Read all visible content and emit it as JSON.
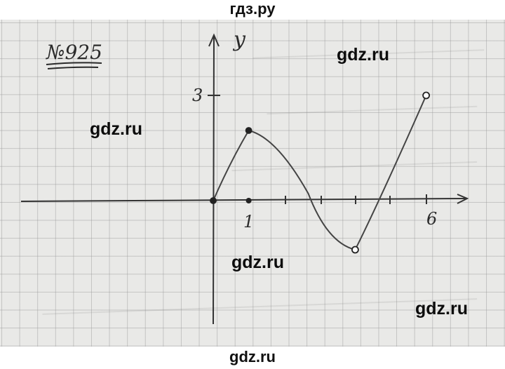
{
  "header": {
    "site": "гдз.ру"
  },
  "footer": {
    "site": "gdz.ru"
  },
  "problem": {
    "number": "№925"
  },
  "watermarks": [
    "gdz.ru",
    "gdz.ru",
    "gdz.ru",
    "gdz.ru"
  ],
  "chart_data": {
    "type": "line",
    "y_axis_label": "y",
    "x_tick_labels": [
      "1",
      "6"
    ],
    "y_tick_labels": [
      "3"
    ],
    "x": [
      0,
      1,
      4,
      6
    ],
    "y": [
      0,
      2,
      -1.4,
      3
    ],
    "points": [
      {
        "x": 0,
        "y": 0,
        "marker": "filled"
      },
      {
        "x": 1,
        "y": 2,
        "marker": "filled"
      },
      {
        "x": 4,
        "y": -1.4,
        "marker": "open"
      },
      {
        "x": 6,
        "y": 3,
        "marker": "open"
      }
    ],
    "stroke_color": "#444444"
  }
}
